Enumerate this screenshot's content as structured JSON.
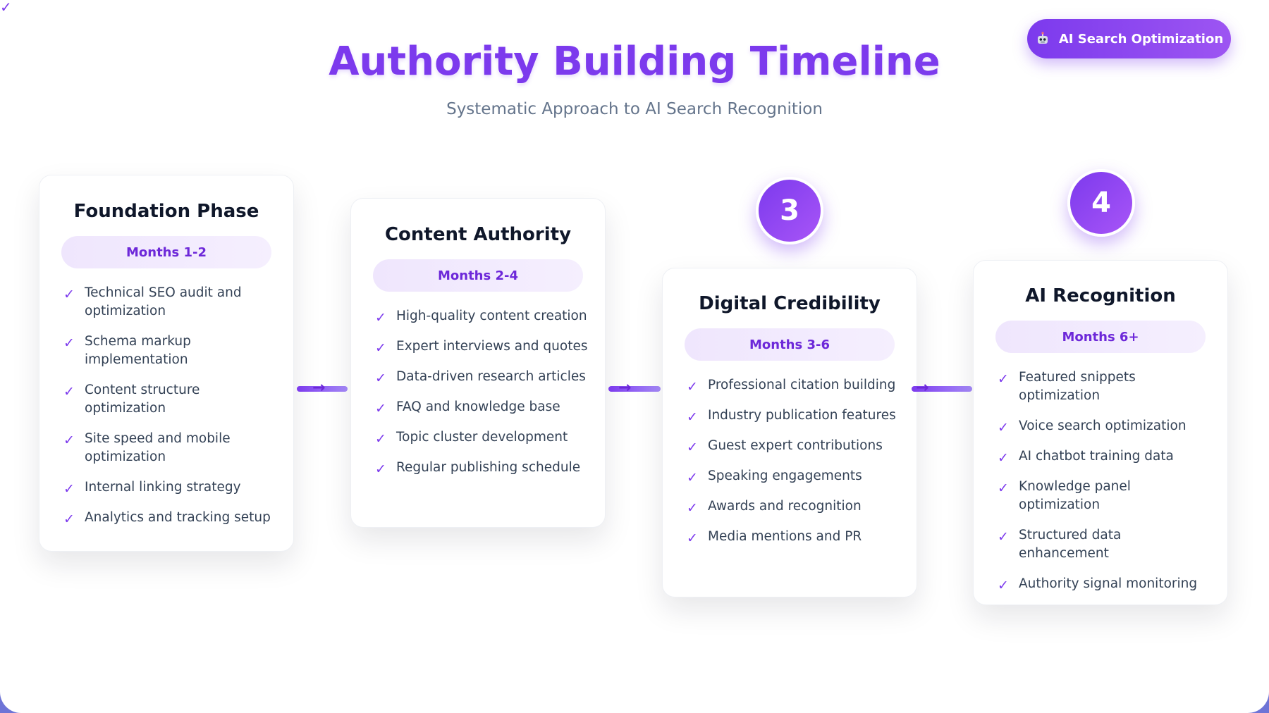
{
  "header": {
    "title": "Authority Building Timeline",
    "subtitle": "Systematic Approach to AI Search Recognition"
  },
  "badge": {
    "icon": "robot-icon",
    "label": "AI Search Optimization"
  },
  "colors": {
    "accent": "#7c3aed",
    "accent_light": "#a855f7",
    "pill_bg": "#efe6fd",
    "text_dark": "#0f172a",
    "text_body": "#334155",
    "subtitle": "#64748b"
  },
  "phases": [
    {
      "title": "Foundation Phase",
      "period": "Months 1-2",
      "items": [
        "Technical SEO audit and optimization",
        "Schema markup implementation",
        "Content structure optimization",
        "Site speed and mobile optimization",
        "Internal linking strategy",
        "Analytics and tracking setup"
      ]
    },
    {
      "title": "Content Authority",
      "period": "Months 2-4",
      "items": [
        "High-quality content creation",
        "Expert interviews and quotes",
        "Data-driven research articles",
        "FAQ and knowledge base",
        "Topic cluster development",
        "Regular publishing schedule"
      ]
    },
    {
      "number": "3",
      "title": "Digital Credibility",
      "period": "Months 3-6",
      "items": [
        "Professional citation building",
        "Industry publication features",
        "Guest expert contributions",
        "Speaking engagements",
        "Awards and recognition",
        "Media mentions and PR"
      ]
    },
    {
      "number": "4",
      "title": "AI Recognition",
      "period": "Months 6+",
      "items": [
        "Featured snippets optimization",
        "Voice search optimization",
        "AI chatbot training data",
        "Knowledge panel optimization",
        "Structured data enhancement",
        "Authority signal monitoring"
      ]
    }
  ]
}
